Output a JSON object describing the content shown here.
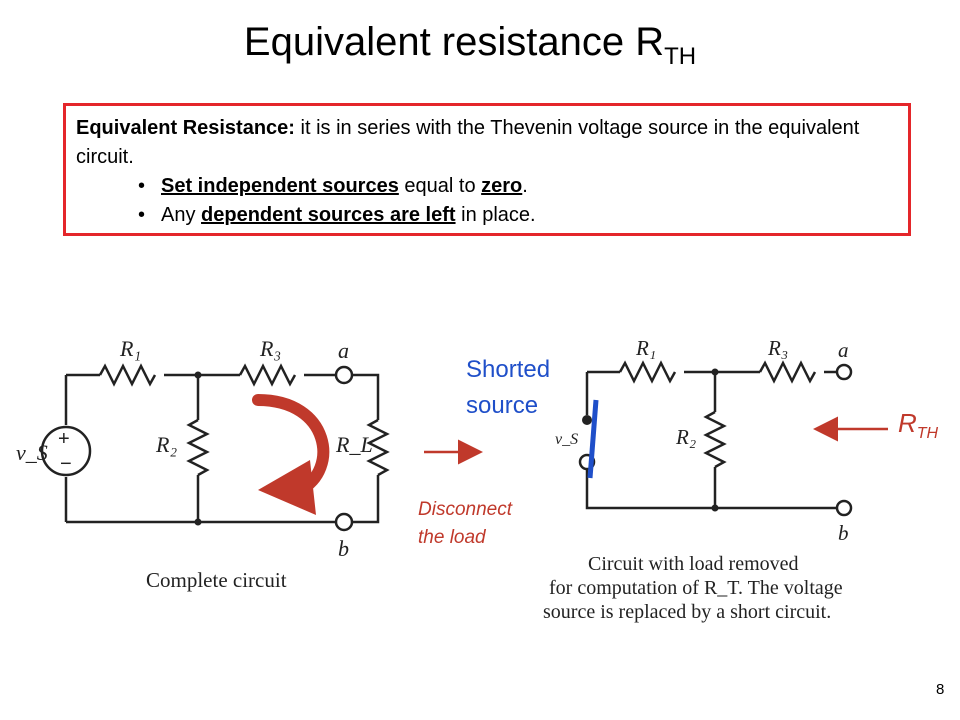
{
  "title": {
    "main": "Equivalent resistance R",
    "sub": "TH"
  },
  "definition": {
    "lead": "Equivalent Resistance:",
    "text": " it is in series with the Thevenin voltage source in the equivalent circuit.",
    "bullet1": {
      "u1": "Set independent sources",
      "mid": " equal to ",
      "u2": "zero",
      "end": "."
    },
    "bullet2": {
      "pre": "Any ",
      "u1": "dependent sources are left",
      "end": " in place."
    },
    "bullet_char": "•"
  },
  "left_circuit": {
    "labels": {
      "r1": "R₁",
      "r3": "R₃",
      "r2": "R₂",
      "rl": "R_L",
      "vs": "v_S",
      "a": "a",
      "b": "b",
      "plus": "+",
      "minus": "−"
    },
    "caption": "Complete circuit"
  },
  "right_circuit": {
    "labels": {
      "r1": "R₁",
      "r3": "R₃",
      "r2": "R₂",
      "vs": "v_S",
      "a": "a",
      "b": "b"
    },
    "caption_line1": "Circuit with  load removed",
    "caption_line2": "for computation of R_T. The voltage",
    "caption_line3": "source is replaced by a short circuit."
  },
  "annotations": {
    "shorted_line1": "Shorted",
    "shorted_line2": "source",
    "disconnect_line1": "Disconnect",
    "disconnect_line2": "the load",
    "rth_main": "R",
    "rth_sub": "TH"
  },
  "page_number": "8",
  "colors": {
    "box_border": "#e4262a",
    "arrow_red": "#c0392b",
    "note_blue": "#1f4fc9"
  }
}
